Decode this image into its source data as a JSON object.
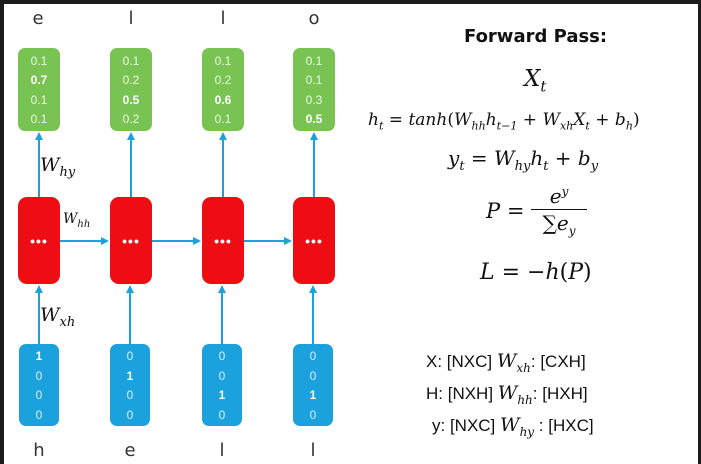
{
  "top_chars": [
    "e",
    "l",
    "l",
    "o"
  ],
  "bottom_chars": [
    "h",
    "e",
    "l",
    "l"
  ],
  "output_vectors": [
    [
      {
        "v": "0.1",
        "b": false
      },
      {
        "v": "0.7",
        "b": true
      },
      {
        "v": "0.1",
        "b": false
      },
      {
        "v": "0.1",
        "b": false
      }
    ],
    [
      {
        "v": "0.1",
        "b": false
      },
      {
        "v": "0.2",
        "b": false
      },
      {
        "v": "0.5",
        "b": true
      },
      {
        "v": "0.2",
        "b": false
      }
    ],
    [
      {
        "v": "0.1",
        "b": false
      },
      {
        "v": "0.2",
        "b": false
      },
      {
        "v": "0.6",
        "b": true
      },
      {
        "v": "0.1",
        "b": false
      }
    ],
    [
      {
        "v": "0.1",
        "b": false
      },
      {
        "v": "0.1",
        "b": false
      },
      {
        "v": "0.3",
        "b": false
      },
      {
        "v": "0.5",
        "b": true
      }
    ]
  ],
  "input_vectors": [
    [
      {
        "v": "1",
        "b": true
      },
      {
        "v": "0",
        "b": false
      },
      {
        "v": "0",
        "b": false
      },
      {
        "v": "0",
        "b": false
      }
    ],
    [
      {
        "v": "0",
        "b": false
      },
      {
        "v": "1",
        "b": true
      },
      {
        "v": "0",
        "b": false
      },
      {
        "v": "0",
        "b": false
      }
    ],
    [
      {
        "v": "0",
        "b": false
      },
      {
        "v": "0",
        "b": false
      },
      {
        "v": "1",
        "b": true
      },
      {
        "v": "0",
        "b": false
      }
    ],
    [
      {
        "v": "0",
        "b": false
      },
      {
        "v": "0",
        "b": false
      },
      {
        "v": "1",
        "b": true
      },
      {
        "v": "0",
        "b": false
      }
    ]
  ],
  "hidden_label": "•••",
  "weights": {
    "why": {
      "base": "W",
      "sub": "hy"
    },
    "whh": {
      "base": "W",
      "sub": "hh"
    },
    "wxh": {
      "base": "W",
      "sub": "xh"
    }
  },
  "panel": {
    "title": "Forward Pass:",
    "dims": [
      {
        "left": "X: [NXC]",
        "w_base": "W",
        "w_sub": "xh",
        "right": ": [CXH]"
      },
      {
        "left": "H: [NXH]",
        "w_base": "W",
        "w_sub": "hh",
        "right": ": [HXH]"
      },
      {
        "left": "y: [NXC]",
        "w_base": "W",
        "w_sub": "hy",
        "right": " : [HXC]"
      }
    ]
  },
  "colors": {
    "output": "#79c353",
    "hidden": "#ee0d12",
    "input": "#1ba1dc",
    "arrow": "#1ba1dc"
  }
}
